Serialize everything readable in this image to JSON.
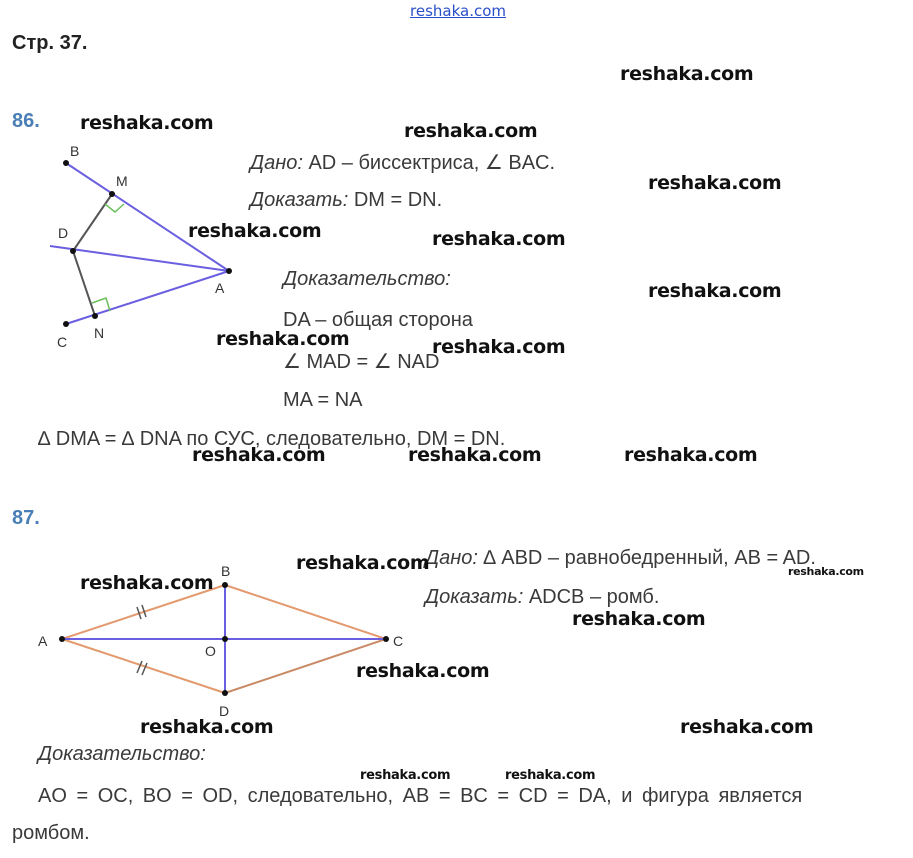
{
  "header": {
    "site": "reshaka.com",
    "page_label": "Стр. 37."
  },
  "task86": {
    "number": "86.",
    "given_label": "Дано:",
    "given_text": "AD – биссектриса, ∠ BAC.",
    "prove_label": "Доказать:",
    "prove_text": "DM = DN.",
    "proof_label": "Доказательство:",
    "proof_lines": [
      "DA – общая сторона",
      "∠ MAD = ∠ NAD",
      "MA = NA"
    ],
    "conclusion": "∆ DMA = ∆ DNA по СУС, следовательно, DM = DN.",
    "figure_labels": {
      "B": "B",
      "M": "M",
      "D": "D",
      "A": "A",
      "N": "N",
      "C": "C"
    }
  },
  "task87": {
    "number": "87.",
    "given_label": "Дано:",
    "given_text": "∆ ABD – равнобедренный, AB = AD.",
    "prove_label": "Доказать:",
    "prove_text": "ADCB – ромб.",
    "proof_label": "Доказательство:",
    "proof_line1": "AO = OC, BO = OD, следовательно, AB = BC = CD = DA, и фигура является",
    "proof_line2": "ромбом.",
    "figure_labels": {
      "A": "A",
      "B": "B",
      "C": "C",
      "D": "D",
      "O": "O"
    }
  },
  "watermark": "reshaka.com",
  "colors": {
    "heading": "#4a7fb5",
    "line_blue": "#6a5fe0",
    "line_orange": "#e39a6e",
    "right_angle": "#6cbf5a"
  }
}
